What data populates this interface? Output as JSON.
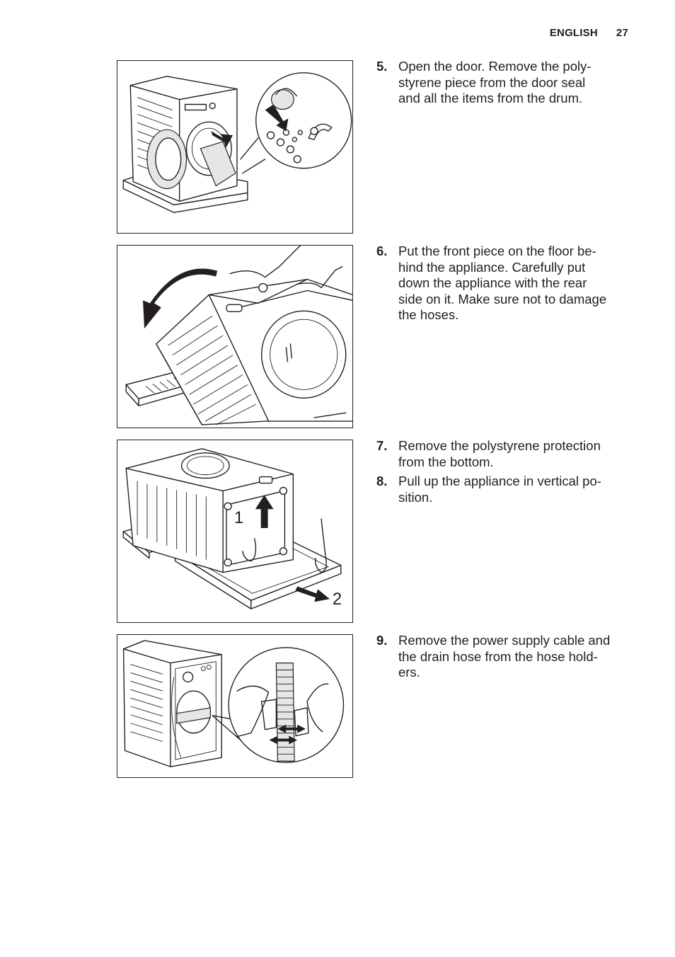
{
  "header": {
    "language": "ENGLISH",
    "page_number": "27"
  },
  "steps": [
    {
      "number": "5.",
      "text": "Open the door. Remove the poly-\nstyrene piece from the door seal\nand all the items from the drum."
    },
    {
      "number": "6.",
      "text": "Put the front piece on the floor be-\nhind the appliance. Carefully put\ndown the appliance with the rear\nside on it. Make sure not to damage\nthe hoses."
    },
    {
      "number": "7.",
      "text": "Remove the polystyrene protection\nfrom the bottom."
    },
    {
      "number": "8.",
      "text": "Pull up the appliance in vertical po-\nsition."
    },
    {
      "number": "9.",
      "text": "Remove the power supply cable and\nthe drain hose from the hose hold-\ners."
    }
  ],
  "figures": {
    "fig3": {
      "label_1": "1",
      "label_2": "2"
    }
  }
}
